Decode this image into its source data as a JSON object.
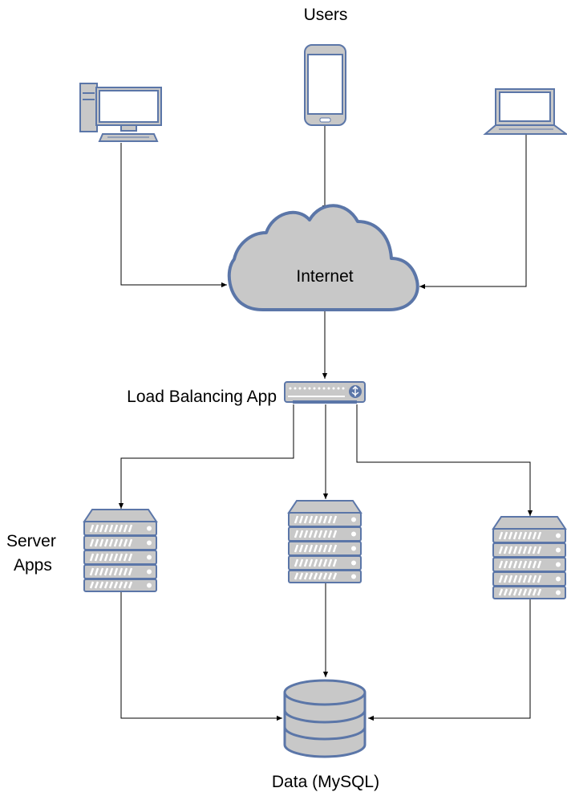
{
  "labels": {
    "users": "Users",
    "internet": "Internet",
    "load_balancer": "Load Balancing App",
    "server_apps_line1": "Server",
    "server_apps_line2": "Apps",
    "database": "Data (MySQL)"
  },
  "icons": {
    "device_1": "desktop-computer-icon",
    "device_2": "smartphone-icon",
    "device_3": "laptop-icon",
    "network": "cloud-icon",
    "load_balancer": "network-switch-icon",
    "servers": "server-rack-icon",
    "database": "database-icon"
  },
  "colors": {
    "fill": "#c8c8c8",
    "stroke": "#5b76a8",
    "screen": "#ffffff",
    "edge": "#000000",
    "text": "#000000"
  }
}
